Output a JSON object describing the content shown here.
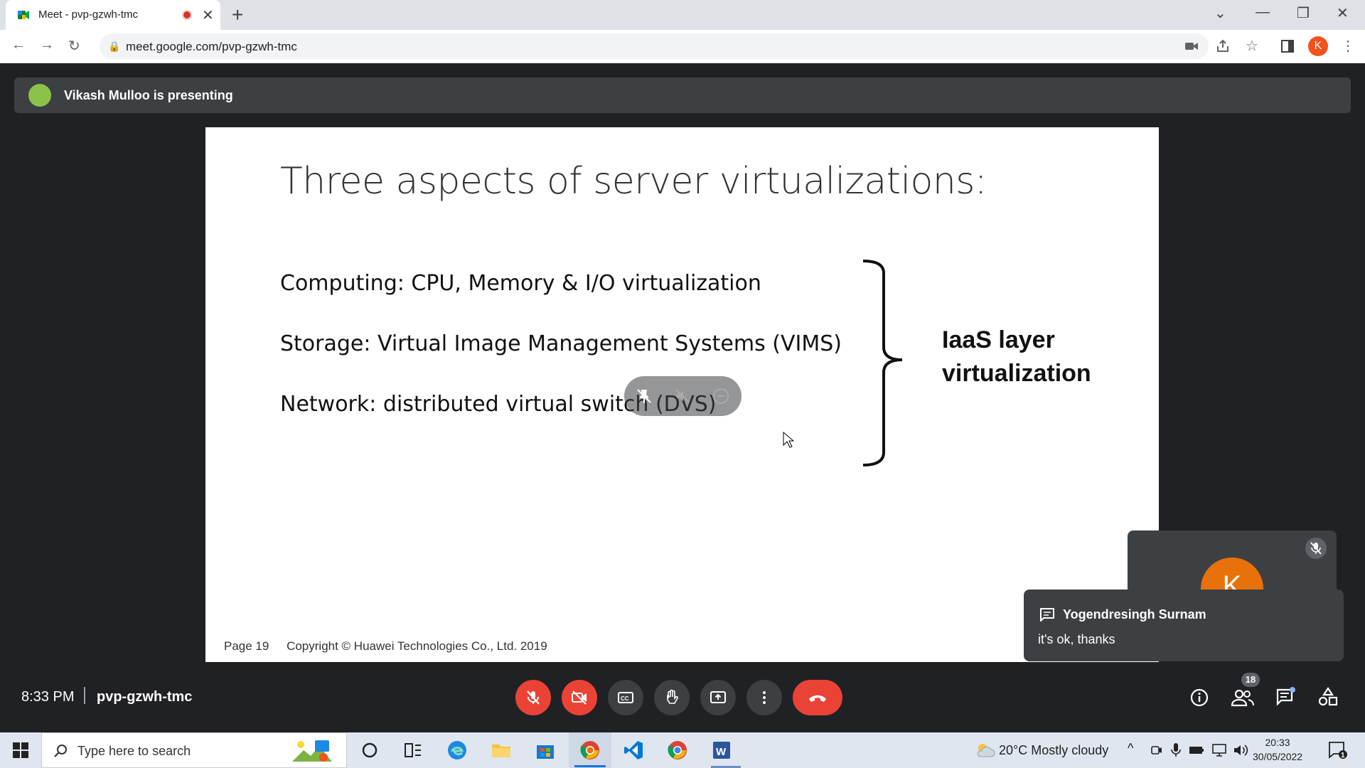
{
  "browser": {
    "tab_title": "Meet - pvp-gzwh-tmc",
    "new_tab": "+",
    "url": "meet.google.com/pvp-gzwh-tmc",
    "profile_initial": "K"
  },
  "meet": {
    "presenting_text": "Vikash Mulloo is presenting",
    "time": "8:33 PM",
    "meeting_code": "pvp-gzwh-tmc",
    "participants_count": "18",
    "self_initial": "K"
  },
  "slide": {
    "title": "Three aspects of server virtualizations:",
    "bullets": [
      "Computing: CPU, Memory & I/O  virtualization",
      "Storage: Virtual Image Management Systems (VIMS)",
      "Network: distributed virtual switch (DVS)"
    ],
    "bracket_label_line1": "IaaS layer",
    "bracket_label_line2": "virtualization",
    "page": "Page 19",
    "copyright": "Copyright © Huawei Technologies  Co., Ltd. 2019"
  },
  "chat_toast": {
    "sender": "Yogendresingh Surnam",
    "message": "it's ok, thanks"
  },
  "taskbar": {
    "search_placeholder": "Type here to search",
    "weather": "20°C  Mostly cloudy",
    "clock_time": "20:33",
    "clock_date": "30/05/2022"
  },
  "colors": {
    "meet_bg": "#202124",
    "control_red": "#ea4335",
    "control_grey": "#3c4043",
    "avatar_orange": "#e8710a"
  }
}
